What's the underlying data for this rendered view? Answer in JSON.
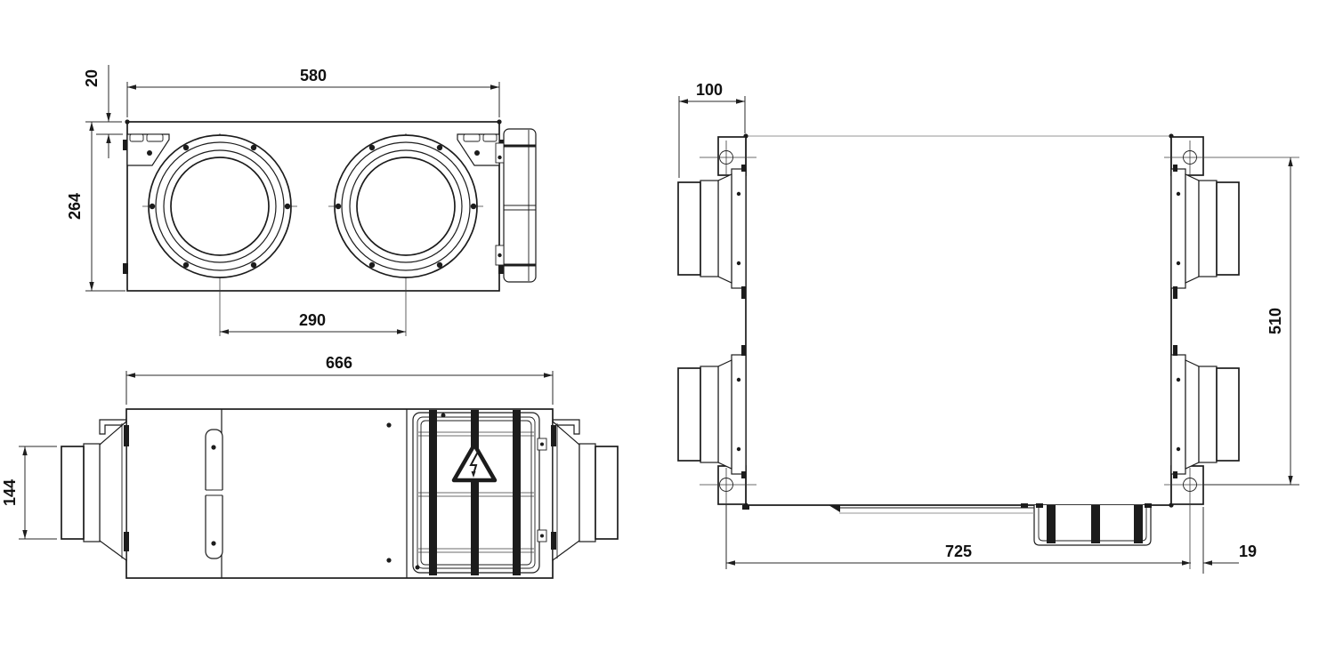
{
  "colors": {
    "line": "#1c1c1c",
    "gray_line": "#969696",
    "background": "#ffffff",
    "text": "#111111"
  },
  "icons": {
    "hazard": "high-voltage-warning-triangle-icon"
  },
  "views": {
    "front": {
      "dimensions": {
        "body_width": "580",
        "top_offset": "20",
        "body_height": "264",
        "port_spacing": "290"
      }
    },
    "side": {
      "dimensions": {
        "body_length": "666",
        "spigot_height": "144"
      }
    },
    "top": {
      "dimensions": {
        "spigot_protrusion": "100",
        "bracket_hole_spacing_depth": "510",
        "bracket_hole_spacing_length": "725",
        "bracket_hole_edge_offset": "19"
      }
    }
  }
}
